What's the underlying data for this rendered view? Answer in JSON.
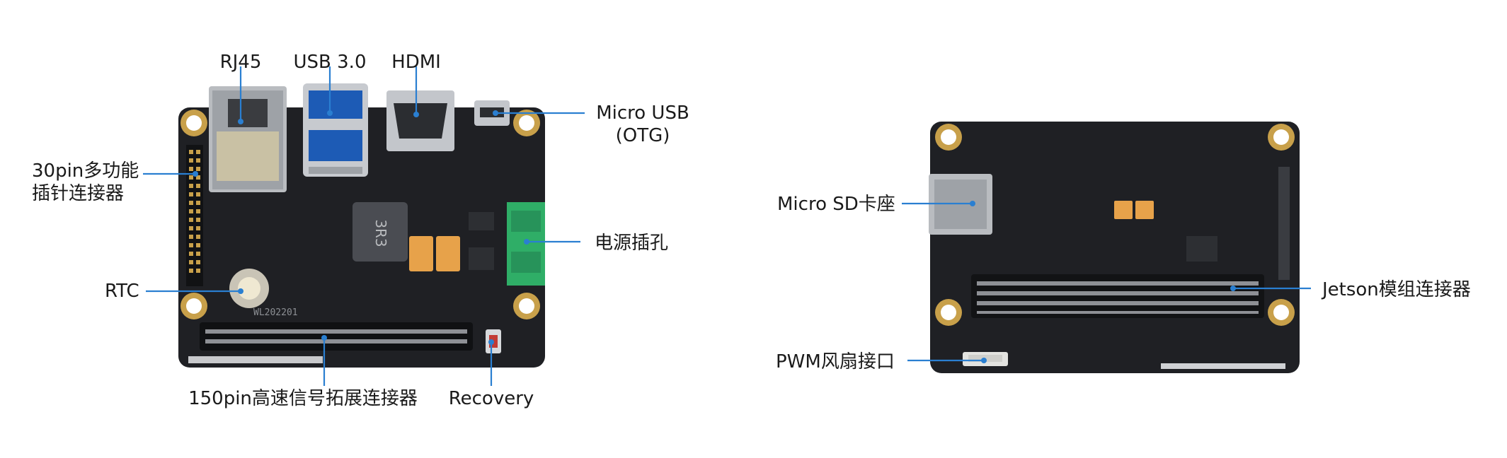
{
  "labels": {
    "rj45": "RJ45",
    "usb3": "USB 3.0",
    "hdmi": "HDMI",
    "micro_usb_line1": "Micro USB",
    "micro_usb_line2": "(OTG)",
    "gpio_line1": "30pin多功能",
    "gpio_line2": "插针连接器",
    "rtc": "RTC",
    "power": "电源插孔",
    "expansion": "150pin高速信号拓展连接器",
    "recovery": "Recovery",
    "sd": "Micro SD卡座",
    "jetson": "Jetson模组连接器",
    "fan": "PWM风扇接口"
  },
  "silkscreen": {
    "inductor": "3R3",
    "board_id": "WL202201"
  },
  "colors": {
    "leader": "#2a7fd1",
    "pcb": "#1f2024",
    "terminal_green": "#2fae67",
    "gold": "#c8a04a"
  }
}
